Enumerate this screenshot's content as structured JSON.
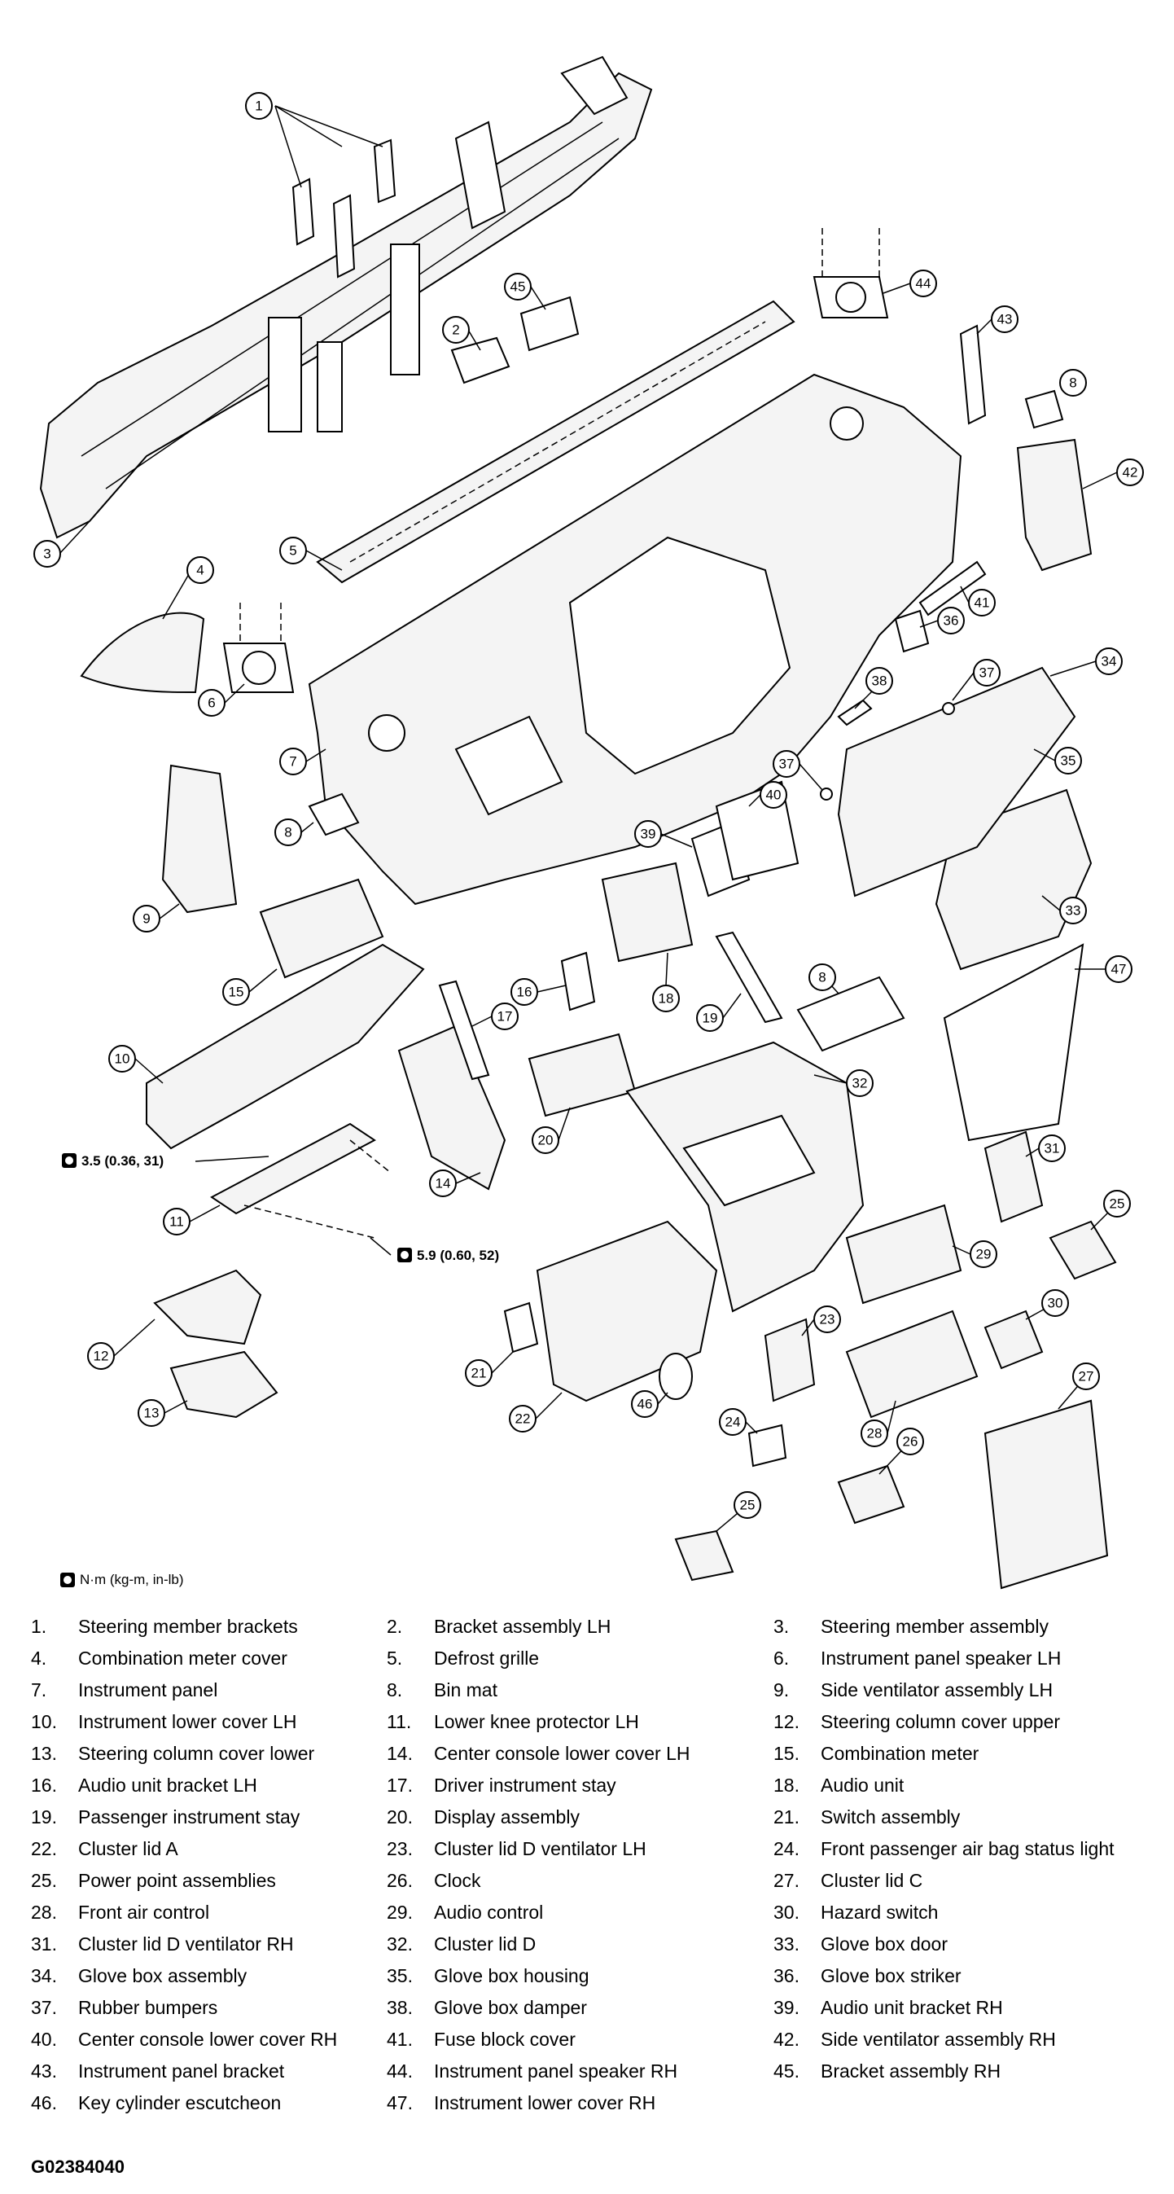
{
  "torque_specs": [
    {
      "label": "3.5 (0.36, 31)"
    },
    {
      "label": "5.9 (0.60, 52)"
    }
  ],
  "torque_legend": "N·m (kg-m, in-lb)",
  "callouts": [
    "1",
    "2",
    "3",
    "4",
    "5",
    "6",
    "7",
    "8",
    "9",
    "10",
    "11",
    "12",
    "13",
    "14",
    "15",
    "16",
    "17",
    "18",
    "19",
    "20",
    "21",
    "22",
    "23",
    "24",
    "25",
    "26",
    "27",
    "28",
    "29",
    "30",
    "31",
    "32",
    "33",
    "34",
    "35",
    "36",
    "37",
    "38",
    "39",
    "40",
    "41",
    "42",
    "43",
    "44",
    "45",
    "46",
    "47"
  ],
  "parts": [
    {
      "num": "1.",
      "name": "Steering member brackets"
    },
    {
      "num": "2.",
      "name": "Bracket assembly LH"
    },
    {
      "num": "3.",
      "name": "Steering member assembly"
    },
    {
      "num": "4.",
      "name": "Combination meter cover"
    },
    {
      "num": "5.",
      "name": "Defrost grille"
    },
    {
      "num": "6.",
      "name": "Instrument panel speaker LH"
    },
    {
      "num": "7.",
      "name": "Instrument panel"
    },
    {
      "num": "8.",
      "name": "Bin mat"
    },
    {
      "num": "9.",
      "name": "Side ventilator assembly LH"
    },
    {
      "num": "10.",
      "name": "Instrument lower cover LH"
    },
    {
      "num": "11.",
      "name": "Lower knee protector LH"
    },
    {
      "num": "12.",
      "name": "Steering column cover upper"
    },
    {
      "num": "13.",
      "name": "Steering column cover lower"
    },
    {
      "num": "14.",
      "name": "Center console lower cover LH"
    },
    {
      "num": "15.",
      "name": "Combination meter"
    },
    {
      "num": "16.",
      "name": "Audio unit bracket LH"
    },
    {
      "num": "17.",
      "name": "Driver instrument stay"
    },
    {
      "num": "18.",
      "name": "Audio unit"
    },
    {
      "num": "19.",
      "name": "Passenger instrument stay"
    },
    {
      "num": "20.",
      "name": "Display assembly"
    },
    {
      "num": "21.",
      "name": "Switch assembly"
    },
    {
      "num": "22.",
      "name": "Cluster lid A"
    },
    {
      "num": "23.",
      "name": "Cluster lid D ventilator LH"
    },
    {
      "num": "24.",
      "name": "Front passenger air bag status light"
    },
    {
      "num": "25.",
      "name": "Power point assemblies"
    },
    {
      "num": "26.",
      "name": "Clock"
    },
    {
      "num": "27.",
      "name": "Cluster lid C"
    },
    {
      "num": "28.",
      "name": "Front air control"
    },
    {
      "num": "29.",
      "name": "Audio control"
    },
    {
      "num": "30.",
      "name": "Hazard switch"
    },
    {
      "num": "31.",
      "name": "Cluster lid D ventilator RH"
    },
    {
      "num": "32.",
      "name": "Cluster lid D"
    },
    {
      "num": "33.",
      "name": "Glove box door"
    },
    {
      "num": "34.",
      "name": "Glove box assembly"
    },
    {
      "num": "35.",
      "name": "Glove box housing"
    },
    {
      "num": "36.",
      "name": "Glove box striker"
    },
    {
      "num": "37.",
      "name": "Rubber bumpers"
    },
    {
      "num": "38.",
      "name": "Glove box damper"
    },
    {
      "num": "39.",
      "name": "Audio unit bracket RH"
    },
    {
      "num": "40.",
      "name": "Center console lower cover RH"
    },
    {
      "num": "41.",
      "name": "Fuse block cover"
    },
    {
      "num": "42.",
      "name": "Side ventilator assembly RH"
    },
    {
      "num": "43.",
      "name": "Instrument panel bracket"
    },
    {
      "num": "44.",
      "name": "Instrument panel speaker RH"
    },
    {
      "num": "45.",
      "name": "Bracket assembly RH"
    },
    {
      "num": "46.",
      "name": "Key cylinder escutcheon"
    },
    {
      "num": "47.",
      "name": "Instrument lower cover RH"
    }
  ],
  "figure_code": "G02384040"
}
